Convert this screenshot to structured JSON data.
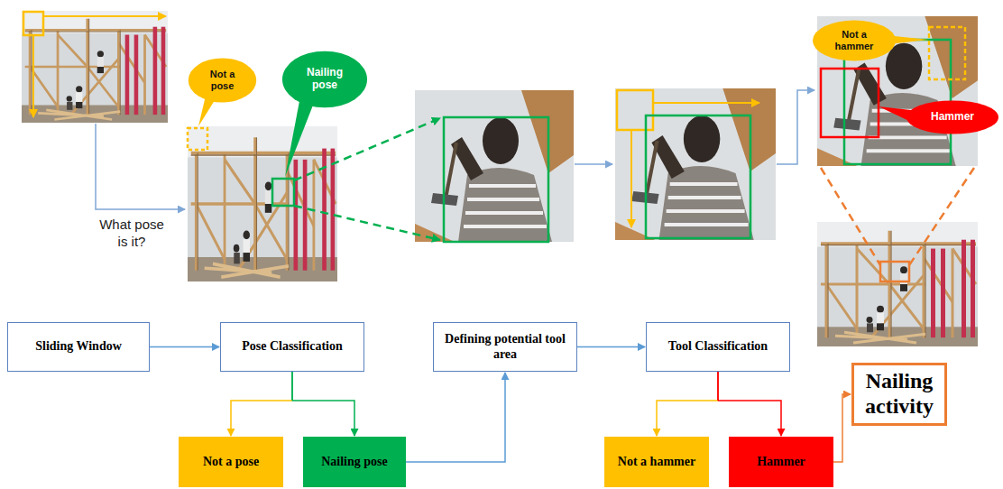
{
  "diagram": {
    "nodes": [
      {
        "text": [
          "Not a pose"
        ]
      },
      {
        "text": [
          "Nailing pose"
        ]
      },
      {
        "text": [
          "Not a hammer"
        ]
      },
      {
        "text": [
          "Hammer"
        ]
      },
      {
        "text": [
          "Sliding Window"
        ]
      },
      {
        "text": [
          "Pose Classification"
        ]
      },
      {
        "text": [
          "Not a pose"
        ]
      },
      {
        "text": [
          "Nailing pose"
        ]
      },
      {
        "text": [
          "Defining potential tool area"
        ]
      },
      {
        "text": [
          "Tool Classification"
        ]
      },
      {
        "text": [
          "Not a hammer"
        ]
      },
      {
        "text": [
          "Hammer"
        ]
      },
      {
        "text": [
          "Nailing activity"
        ]
      }
    ],
    "edges": [
      {
        "from": 4,
        "to": 5,
        "arrow": "to"
      },
      {
        "from": 5,
        "to": 6,
        "arrow": "to"
      },
      {
        "from": 5,
        "to": 7,
        "arrow": "to"
      },
      {
        "from": 7,
        "to": 8,
        "arrow": "to"
      },
      {
        "from": 8,
        "to": 9,
        "arrow": "to"
      },
      {
        "from": 9,
        "to": 10,
        "arrow": "to"
      },
      {
        "from": 9,
        "to": 11,
        "arrow": "to"
      },
      {
        "from": 11,
        "to": 12,
        "arrow": "to"
      }
    ],
    "labels": [
      "What pose is it?"
    ]
  }
}
